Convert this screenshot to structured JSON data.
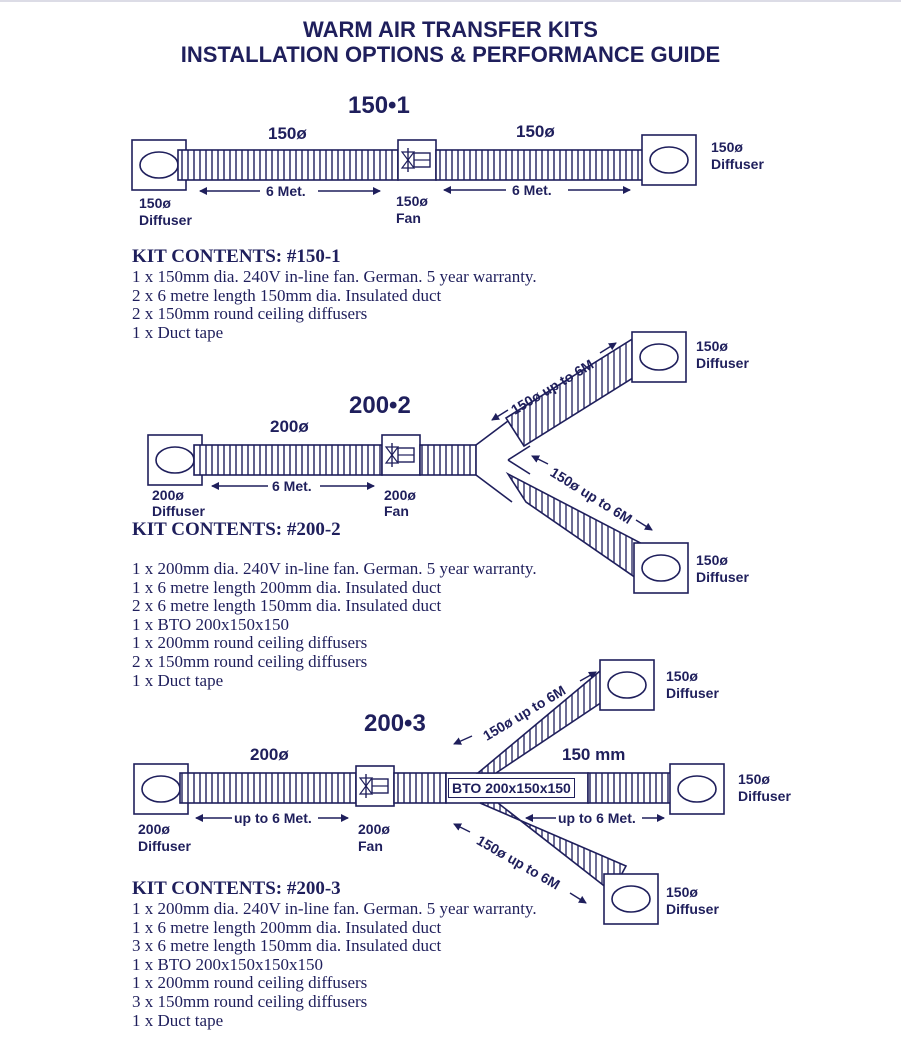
{
  "title": {
    "line1": "WARM AIR TRANSFER KITS",
    "line2": "INSTALLATION OPTIONS & PERFORMANCE GUIDE"
  },
  "colors": {
    "ink": "#1f1f5c",
    "paper": "#ffffff"
  },
  "kit1": {
    "name": "150•1",
    "duct_left": "150ø",
    "duct_right": "150ø",
    "len_left": "6 Met.",
    "len_right": "6 Met.",
    "diffuser_left_size": "150ø",
    "diffuser_left_label": "Diffuser",
    "fan_size": "150ø",
    "fan_label": "Fan",
    "diffuser_right_size": "150ø",
    "diffuser_right_label": "Diffuser",
    "contents_heading": "KIT CONTENTS: #150-1",
    "contents": [
      "1 x 150mm dia. 240V in-line fan. German. 5 year warranty.",
      "2 x 6 metre length 150mm dia. Insulated duct",
      "2 x 150mm round ceiling diffusers",
      "1 x Duct tape"
    ]
  },
  "kit2": {
    "name": "200•2",
    "duct_main": "200ø",
    "len_main": "6 Met.",
    "branch_upper": "150ø up to 6M",
    "branch_lower": "150ø up to 6M",
    "diffuser_left_size": "200ø",
    "diffuser_left_label": "Diffuser",
    "fan_size": "200ø",
    "fan_label": "Fan",
    "diffuser_upper_size": "150ø",
    "diffuser_upper_label": "Diffuser",
    "diffuser_lower_size": "150ø",
    "diffuser_lower_label": "Diffuser",
    "contents_heading": "KIT CONTENTS: #200-2",
    "contents": [
      "1 x 200mm dia. 240V in-line fan. German. 5 year warranty.",
      "1 x 6 metre length 200mm dia. Insulated duct",
      "2 x 6 metre length 150mm dia. Insulated duct",
      "1 x BTO 200x150x150",
      "1 x 200mm round ceiling diffusers",
      "2 x 150mm round ceiling diffusers",
      "1 x Duct tape"
    ]
  },
  "kit3": {
    "name": "200•3",
    "duct_main": "200ø",
    "len_main": "up to 6 Met.",
    "bto_label": "BTO 200x150x150",
    "duct_right": "150 mm",
    "len_right": "up to 6 Met.",
    "branch_upper": "150ø up to 6M",
    "branch_lower": "150ø up to 6M",
    "diffuser_left_size": "200ø",
    "diffuser_left_label": "Diffuser",
    "fan_size": "200ø",
    "fan_label": "Fan",
    "diffuser_upper_size": "150ø",
    "diffuser_upper_label": "Diffuser",
    "diffuser_right_size": "150ø",
    "diffuser_right_label": "Diffuser",
    "diffuser_lower_size": "150ø",
    "diffuser_lower_label": "Diffuser",
    "contents_heading": "KIT CONTENTS: #200-3",
    "contents": [
      "1 x 200mm dia. 240V in-line fan. German. 5 year warranty.",
      "1 x 6 metre length 200mm dia. Insulated duct",
      "3 x 6 metre length 150mm dia. Insulated duct",
      "1 x BTO 200x150x150x150",
      "1 x 200mm round ceiling diffusers",
      "3 x 150mm round ceiling diffusers",
      "1 x Duct tape"
    ]
  }
}
